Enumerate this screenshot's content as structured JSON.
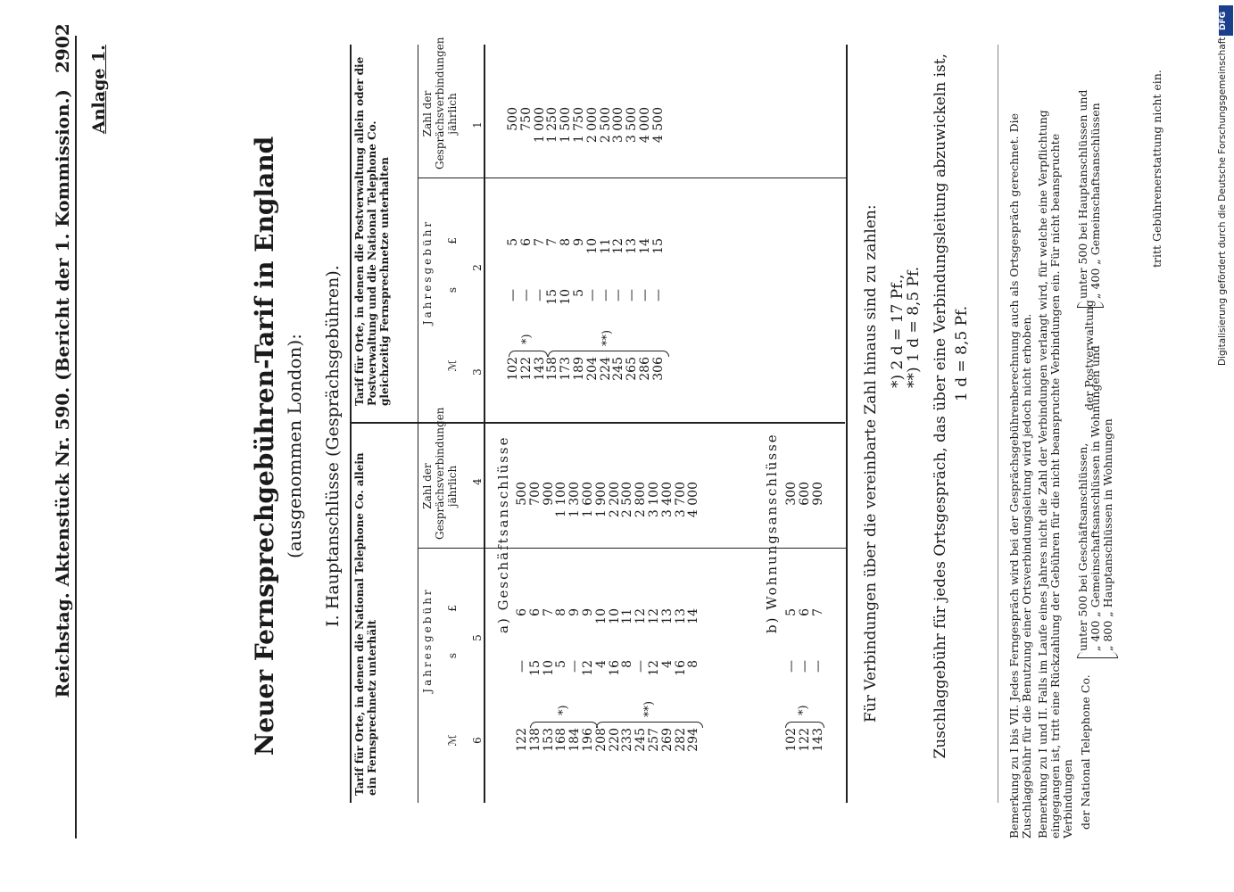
{
  "header": {
    "page_number": "2902",
    "running_title": "Reichstag.  Aktenstück Nr. 590.  (Bericht der 1. Kommission.)",
    "annex": "Anlage 1."
  },
  "title": "Neuer Fernsprechgebühren-Tarif in England",
  "subtitle": "(ausgenommen London):",
  "section": "I.  Hauptanschlüsse (Gesprächsgebühren).",
  "left_table": {
    "heading": "Tarif für Orte, in denen die Postverwaltung allein oder die Postverwaltung und die National Telephone Co. gleichzeitig Fernsprechnetze unterhalten",
    "col1_header": "Zahl der Gesprächsverbindungen jährlich",
    "col2_header": "Jahresgebühr",
    "unit_l": "£",
    "unit_s": "s",
    "unit_m": "ℳ",
    "col_numbers": [
      "1",
      "2",
      "3"
    ],
    "counts": [
      "500",
      "750",
      "1 000",
      "1 250",
      "1 500",
      "1 750",
      "2 000",
      "2 500",
      "3 000",
      "3 500",
      "4 000",
      "4 500"
    ],
    "pounds": [
      "5",
      "6",
      "7",
      "7",
      "8",
      "9",
      "10",
      "11",
      "12",
      "13",
      "14",
      "15"
    ],
    "shillings": [
      "—",
      "—",
      "—",
      "15",
      "10",
      "5",
      "—",
      "—",
      "—",
      "—",
      "—",
      "—"
    ],
    "marks": [
      "102",
      "122",
      "143",
      "158",
      "173",
      "189",
      "204",
      "224",
      "245",
      "265",
      "286",
      "306"
    ],
    "star1": "*)",
    "star2": "**)"
  },
  "right_table": {
    "heading": "Tarif für Orte, in denen die National Telephone Co. allein ein Fernsprechnetz unterhält",
    "col4_header": "Zahl der Gesprächsverbindungen jährlich",
    "col5_header": "Jahresgebühr",
    "unit_l": "£",
    "unit_s": "s",
    "unit_m": "ℳ",
    "col_numbers": [
      "4",
      "5",
      "6"
    ],
    "business_label": "a) Geschäftsanschlüsse",
    "business_counts": [
      "500",
      "700",
      "900",
      "1 100",
      "1 300",
      "1 600",
      "1 900",
      "2 200",
      "2 500",
      "2 800",
      "3 100",
      "3 400",
      "3 700",
      "4 000"
    ],
    "business_pounds": [
      "6",
      "6",
      "7",
      "8",
      "9",
      "9",
      "10",
      "10",
      "11",
      "12",
      "12",
      "13",
      "13",
      "14"
    ],
    "business_shillings": [
      "—",
      "15",
      "10",
      "5",
      "—",
      "12",
      "4",
      "16",
      "8",
      "—",
      "12",
      "4",
      "16",
      "8"
    ],
    "business_marks": [
      "122",
      "138",
      "153",
      "168",
      "184",
      "196",
      "208",
      "220",
      "233",
      "245",
      "257",
      "269",
      "282",
      "294"
    ],
    "residential_label": "b) Wohnungsanschlüsse",
    "residential_counts": [
      "300",
      "600",
      "900"
    ],
    "residential_pounds": [
      "5",
      "6",
      "7"
    ],
    "residential_shillings": [
      "—",
      "—",
      "—"
    ],
    "residential_marks": [
      "102",
      "122",
      "143"
    ],
    "star1": "*)",
    "star2": "**)"
  },
  "notes": {
    "above_limit": "Für Verbindungen über die vereinbarte Zahl hinaus sind zu zahlen:",
    "fn1": "*) 2 d = 17 Pf.,",
    "fn2": "**) 1 d = 8,5 Pf.",
    "surcharge": "Zuschlaggebühr für jedes Ortsgespräch, das über eine Verbindungsleitung abzuwickeln ist,",
    "surcharge_value": "1 d = 8,5 Pf.",
    "remark1": "Bemerkung zu I bis VII. Jedes Ferngespräch wird bei der Gesprächsgebührenberechnung auch als Ortsgespräch gerechnet. Die Zuschlaggebühr für die Benutzung einer Ortsverbindungsleitung wird jedoch nicht erhoben.",
    "remark2": "Bemerkung zu I und II. Falls im Laufe eines Jahres nicht die Zahl der Verbindungen verlangt wird, für welche eine Verpflichtung eingegangen ist, tritt eine Rückzahlung der Gebühren für die nicht beanspruchte Verbindungen ein. Für nicht beanspruchte Verbindungen",
    "left_r1": "unter 500 bei Hauptanschlüssen und",
    "left_r2": "„ 400 „ Gemeinschaftsanschlüssen",
    "left_label": "der Postverwaltung",
    "right_r1": "unter 500 bei Geschäftsanschlüssen,",
    "right_r2": "„ 400 „ Gemeinschaftsanschlüssen in Wohnungen und",
    "right_r3": "„ 800 „ Hauptanschlüssen in Wohnungen",
    "right_label": "der National Telephone Co.",
    "final": "tritt Gebührenerstattung nicht ein."
  },
  "side_credit": "Digitalisierung gefördert durch die Deutsche Forschungsgemeinschaft",
  "logo_text": "DFG"
}
